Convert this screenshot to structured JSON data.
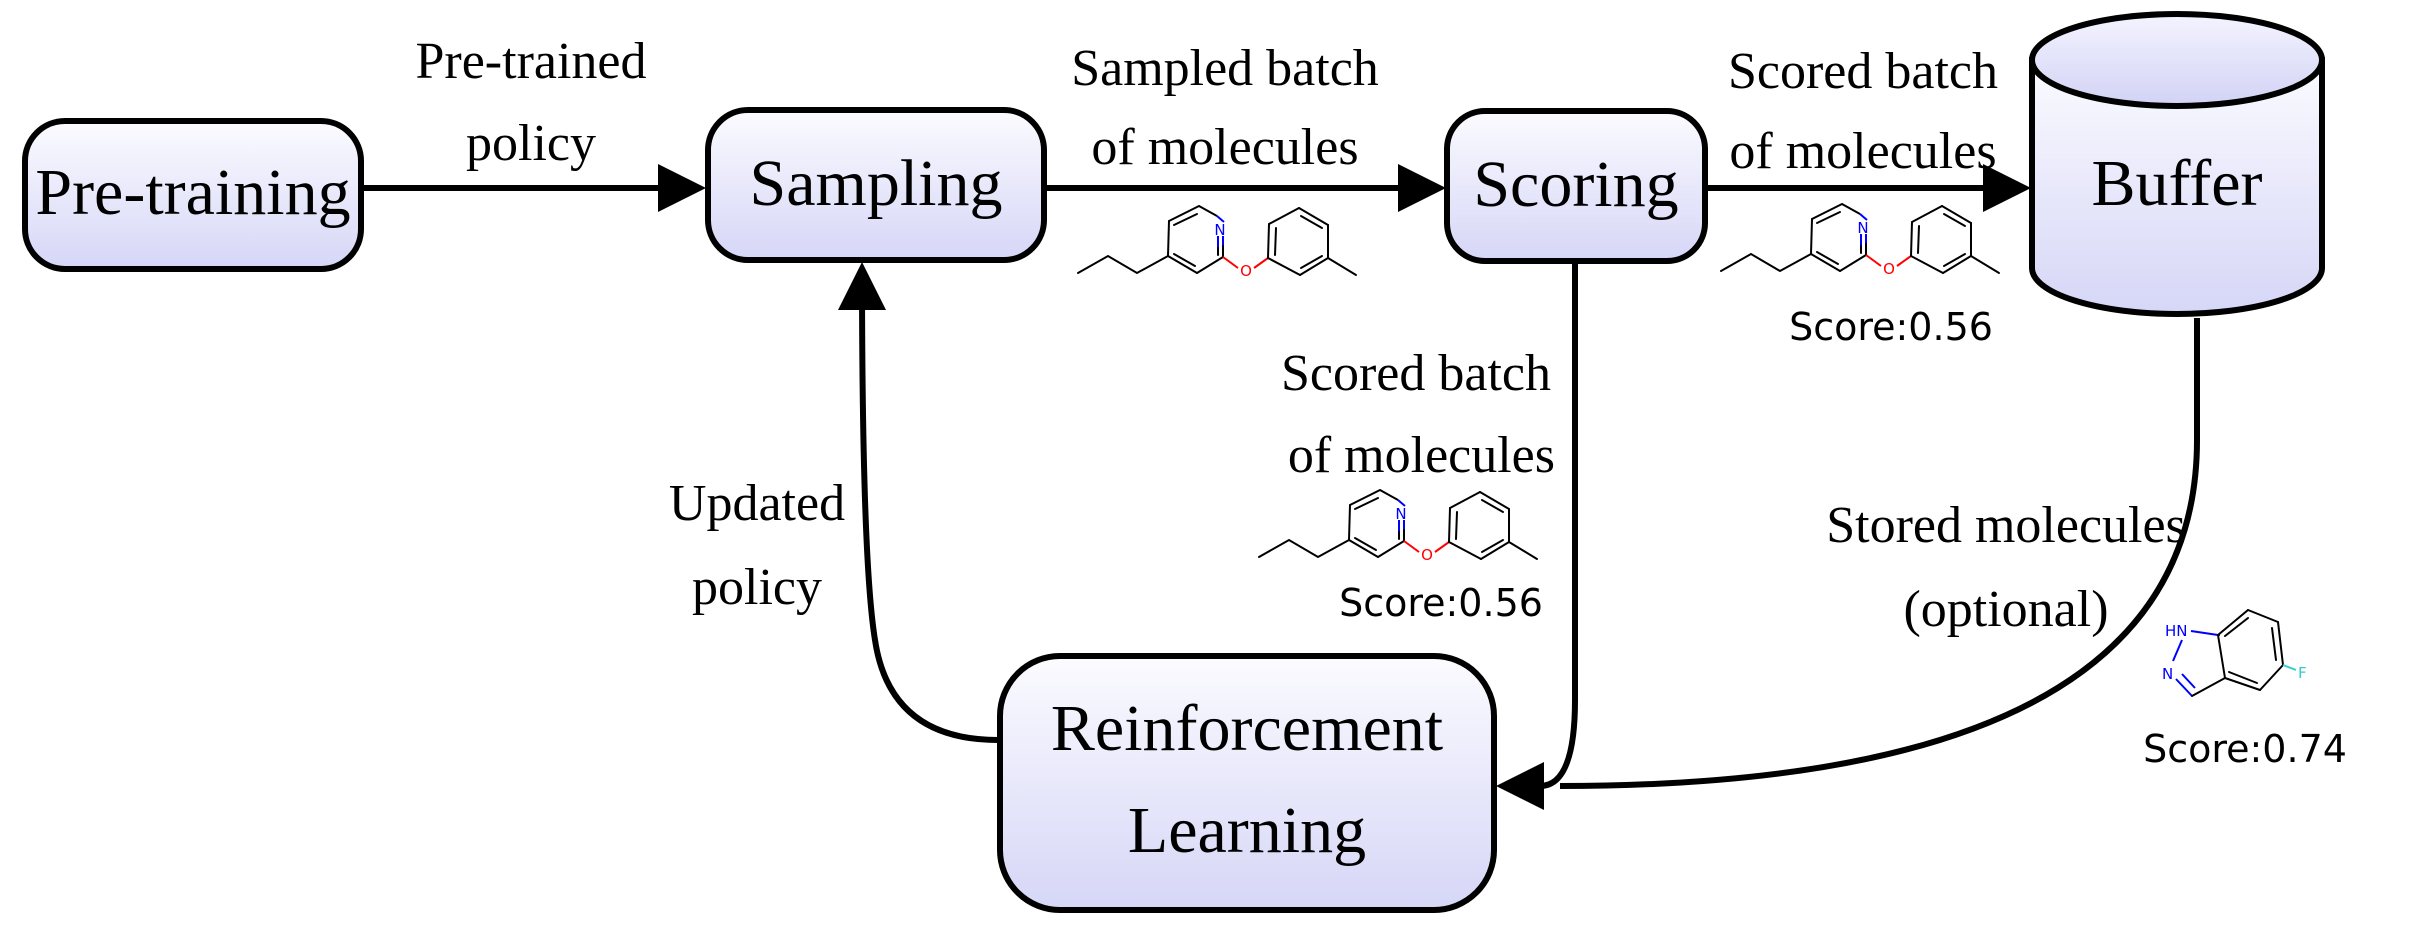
{
  "colors": {
    "box_fill_top": "#fbfbff",
    "box_fill_bottom": "#d6d6f7",
    "stroke": "#000000",
    "nitrogen": "#0000ff",
    "oxygen": "#ff0000",
    "fluorine": "#33cccc"
  },
  "nodes": {
    "pretraining": "Pre-training",
    "sampling": "Sampling",
    "scoring": "Scoring",
    "buffer": "Buffer",
    "rl_line1": "Reinforcement",
    "rl_line2": "Learning"
  },
  "edges": {
    "pretrained_policy": [
      "Pre-trained",
      "policy"
    ],
    "sampled_batch": [
      "Sampled batch",
      "of molecules"
    ],
    "scored_batch_to_buffer": [
      "Scored batch",
      "of molecules"
    ],
    "scored_batch_to_rl": [
      "Scored batch",
      "of molecules"
    ],
    "updated_policy": [
      "Updated",
      "policy"
    ],
    "stored_molecules": [
      "Stored molecules",
      "(optional)"
    ]
  },
  "molecules": {
    "pyridine_ether": {
      "atoms": {
        "n": "N",
        "o": "O"
      }
    },
    "indazole": {
      "atoms": {
        "hn": "HN",
        "n": "N",
        "f": "F"
      }
    }
  },
  "scores": {
    "to_buffer": "Score:0.56",
    "to_rl": "Score:0.56",
    "stored": "Score:0.74"
  }
}
